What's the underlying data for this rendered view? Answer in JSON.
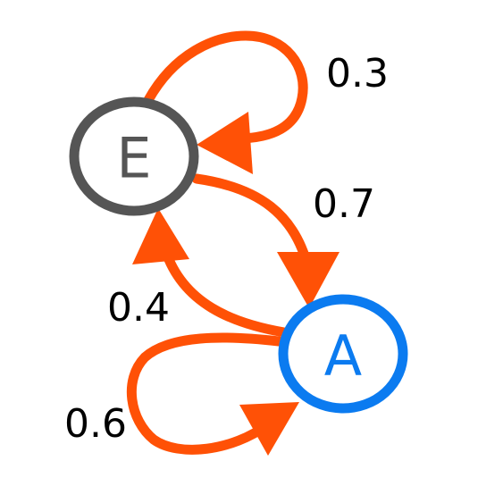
{
  "nodes": {
    "e": {
      "label": "E",
      "color": "#555555"
    },
    "a": {
      "label": "A",
      "color": "#0b7bf0"
    }
  },
  "edges": {
    "e_to_e": {
      "label": "0.3"
    },
    "e_to_a": {
      "label": "0.7"
    },
    "a_to_e": {
      "label": "0.4"
    },
    "a_to_a": {
      "label": "0.6"
    }
  },
  "colors": {
    "edge": "#ff5106",
    "background": "#ffffff"
  }
}
